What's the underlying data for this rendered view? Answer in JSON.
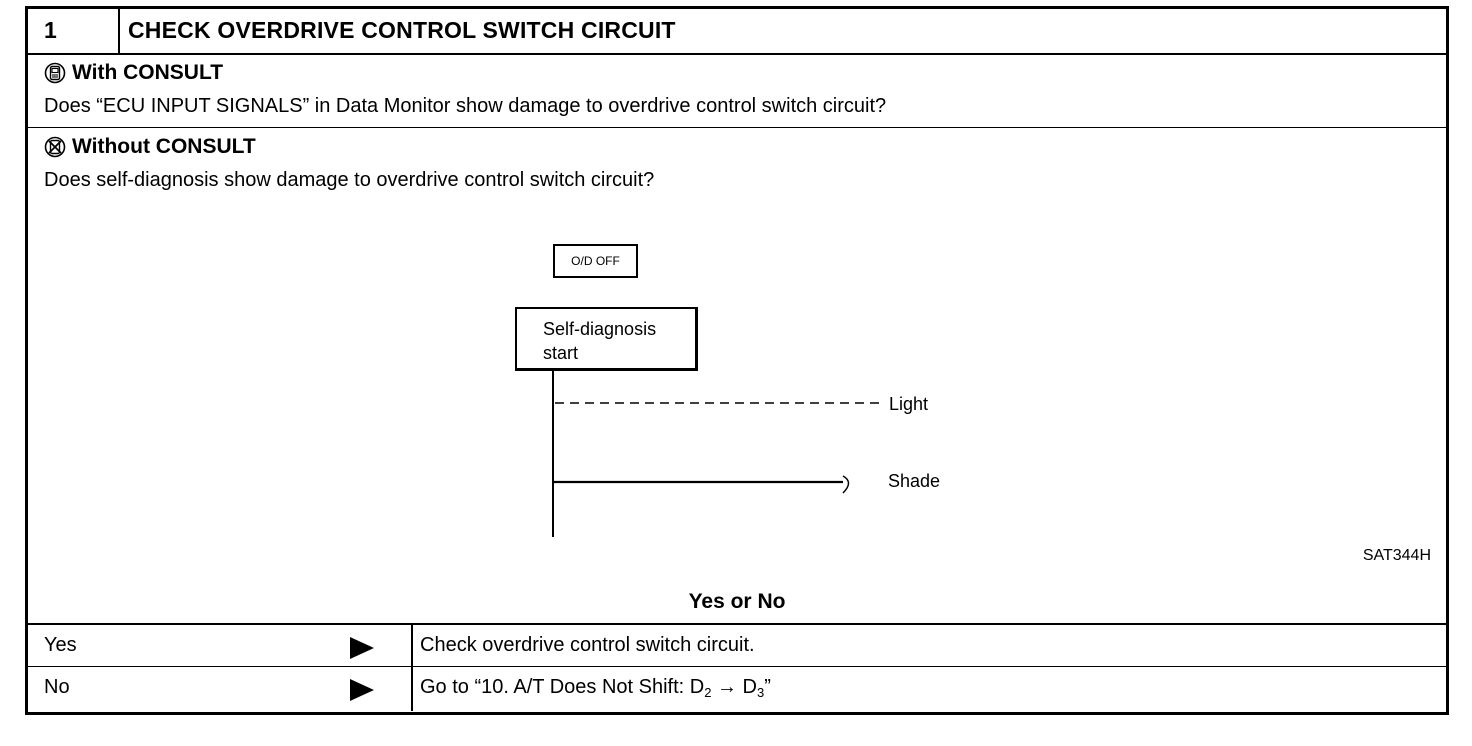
{
  "header": {
    "step_number": "1",
    "title": "CHECK OVERDRIVE CONTROL SWITCH CIRCUIT"
  },
  "with_consult": {
    "heading": "With CONSULT",
    "question": "Does “ECU INPUT SIGNALS” in Data Monitor show damage to overdrive control switch circuit?"
  },
  "without_consult": {
    "heading": "Without CONSULT",
    "question": "Does self-diagnosis show damage to overdrive control switch circuit?"
  },
  "diagram": {
    "od_off_label": "O/D OFF",
    "start_line1": "Self-diagnosis",
    "start_line2": "start",
    "light_label": "Light",
    "shade_label": "Shade",
    "figure_code": "SAT344H"
  },
  "prompt": "Yes or No",
  "results": [
    {
      "answer": "Yes",
      "action": "Check overdrive control switch circuit."
    },
    {
      "answer": "No",
      "action_prefix": "Go to “10. A/T Does Not Shift: D",
      "sub1": "2",
      "arrow": " → D",
      "sub2": "3",
      "suffix": "”"
    }
  ]
}
